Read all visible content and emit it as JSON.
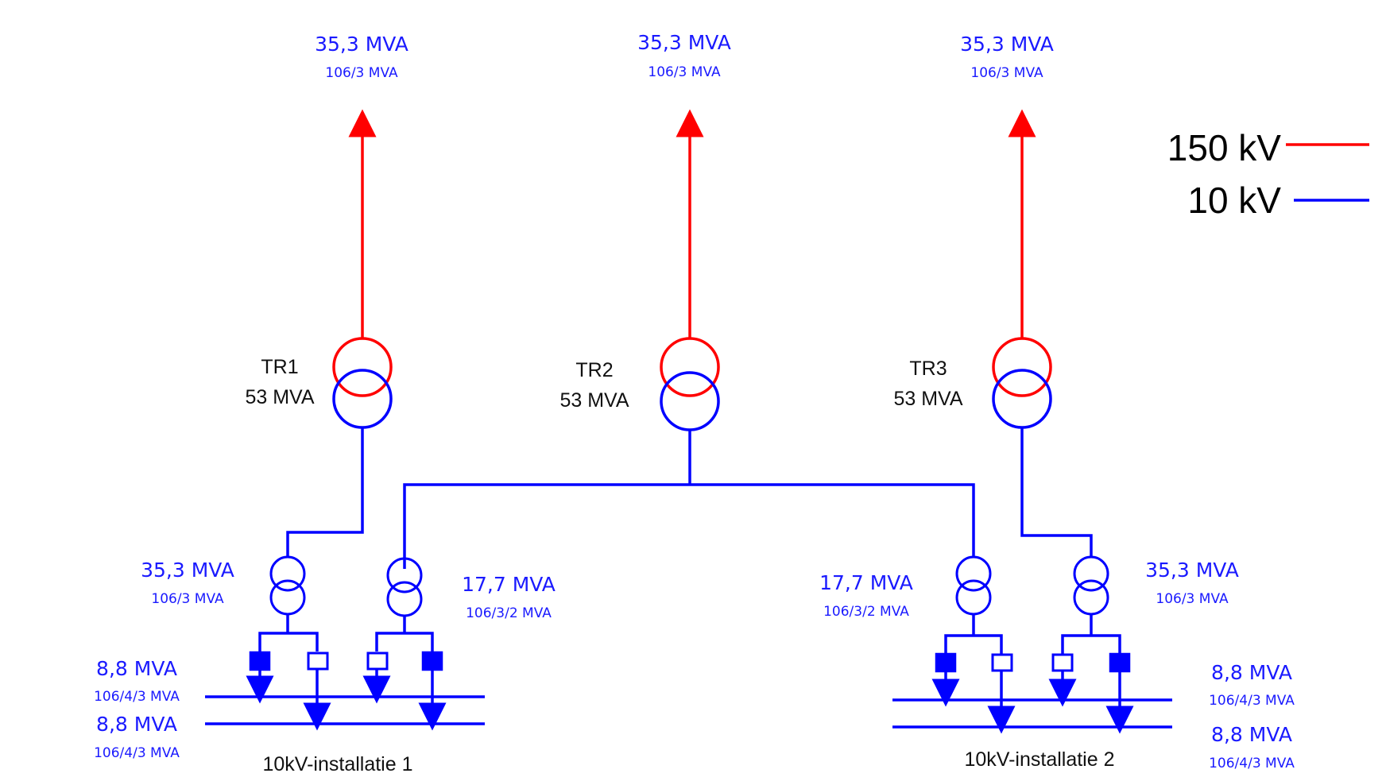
{
  "legend": {
    "hv_label": "150 kV",
    "hv_color": "#ff0000",
    "lv_label": "10 kV",
    "lv_color": "#0000ff"
  },
  "grid_feeds": [
    {
      "main": "35,3 MVA",
      "sub": "106/3 MVA"
    },
    {
      "main": "35,3 MVA",
      "sub": "106/3 MVA"
    },
    {
      "main": "35,3 MVA",
      "sub": "106/3 MVA"
    }
  ],
  "transformers": [
    {
      "name": "TR1",
      "rating": "53 MVA"
    },
    {
      "name": "TR2",
      "rating": "53 MVA"
    },
    {
      "name": "TR3",
      "rating": "53 MVA"
    }
  ],
  "feeder_transformers": [
    {
      "main": "35,3 MVA",
      "sub": "106/3 MVA"
    },
    {
      "main": "17,7 MVA",
      "sub": "106/3/2 MVA"
    },
    {
      "main": "17,7 MVA",
      "sub": "106/3/2 MVA"
    },
    {
      "main": "35,3 MVA",
      "sub": "106/3 MVA"
    }
  ],
  "busbars": [
    {
      "main": "8,8 MVA",
      "sub": "106/4/3 MVA"
    },
    {
      "main": "8,8 MVA",
      "sub": "106/4/3 MVA"
    },
    {
      "main": "8,8 MVA",
      "sub": "106/4/3 MVA"
    },
    {
      "main": "8,8 MVA",
      "sub": "106/4/3 MVA"
    }
  ],
  "installations": [
    {
      "name": "10kV-installatie 1"
    },
    {
      "name": "10kV-installatie 2"
    }
  ]
}
